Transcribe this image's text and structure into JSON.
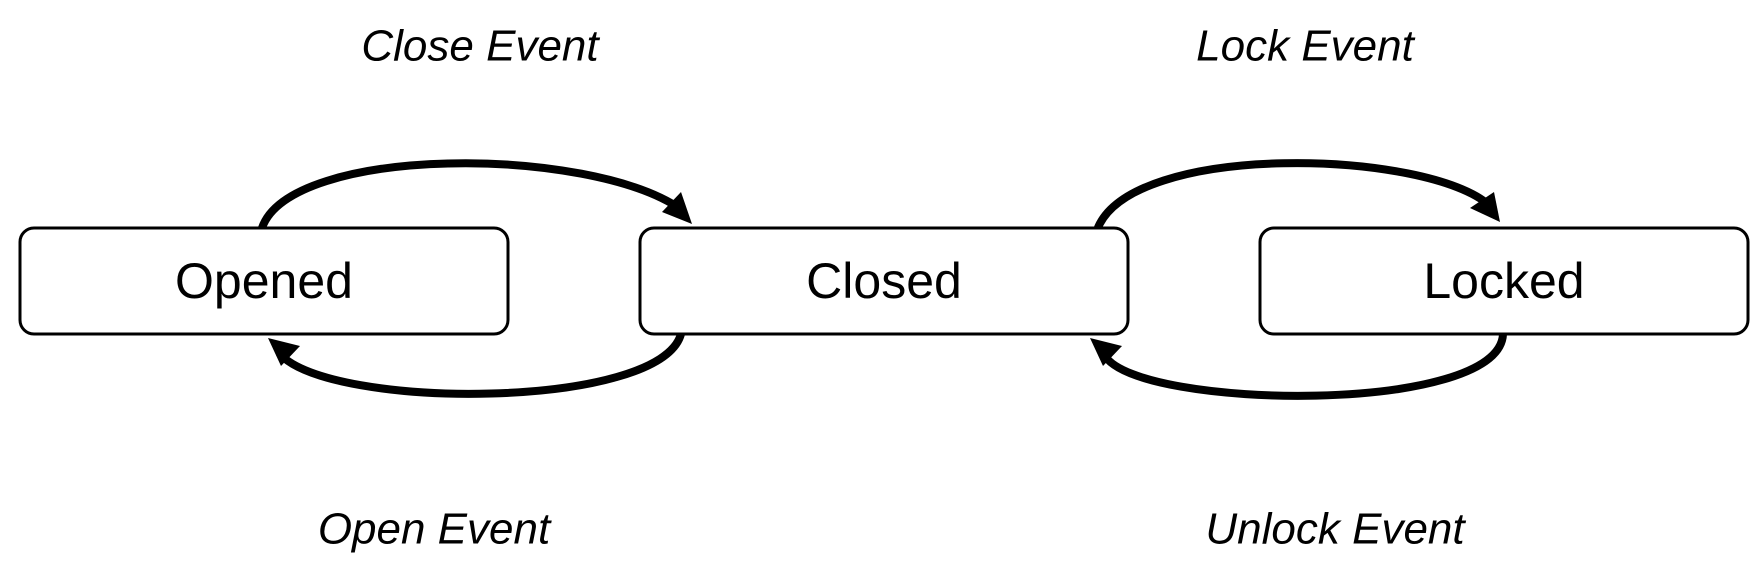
{
  "states": {
    "opened": {
      "label": "Opened"
    },
    "closed": {
      "label": "Closed"
    },
    "locked": {
      "label": "Locked"
    }
  },
  "transitions": {
    "close": {
      "label": "Close Event",
      "from": "Opened",
      "to": "Closed"
    },
    "open": {
      "label": "Open Event",
      "from": "Closed",
      "to": "Opened"
    },
    "lock": {
      "label": "Lock Event",
      "from": "Closed",
      "to": "Locked"
    },
    "unlock": {
      "label": "Unlock Event",
      "from": "Locked",
      "to": "Closed"
    }
  }
}
